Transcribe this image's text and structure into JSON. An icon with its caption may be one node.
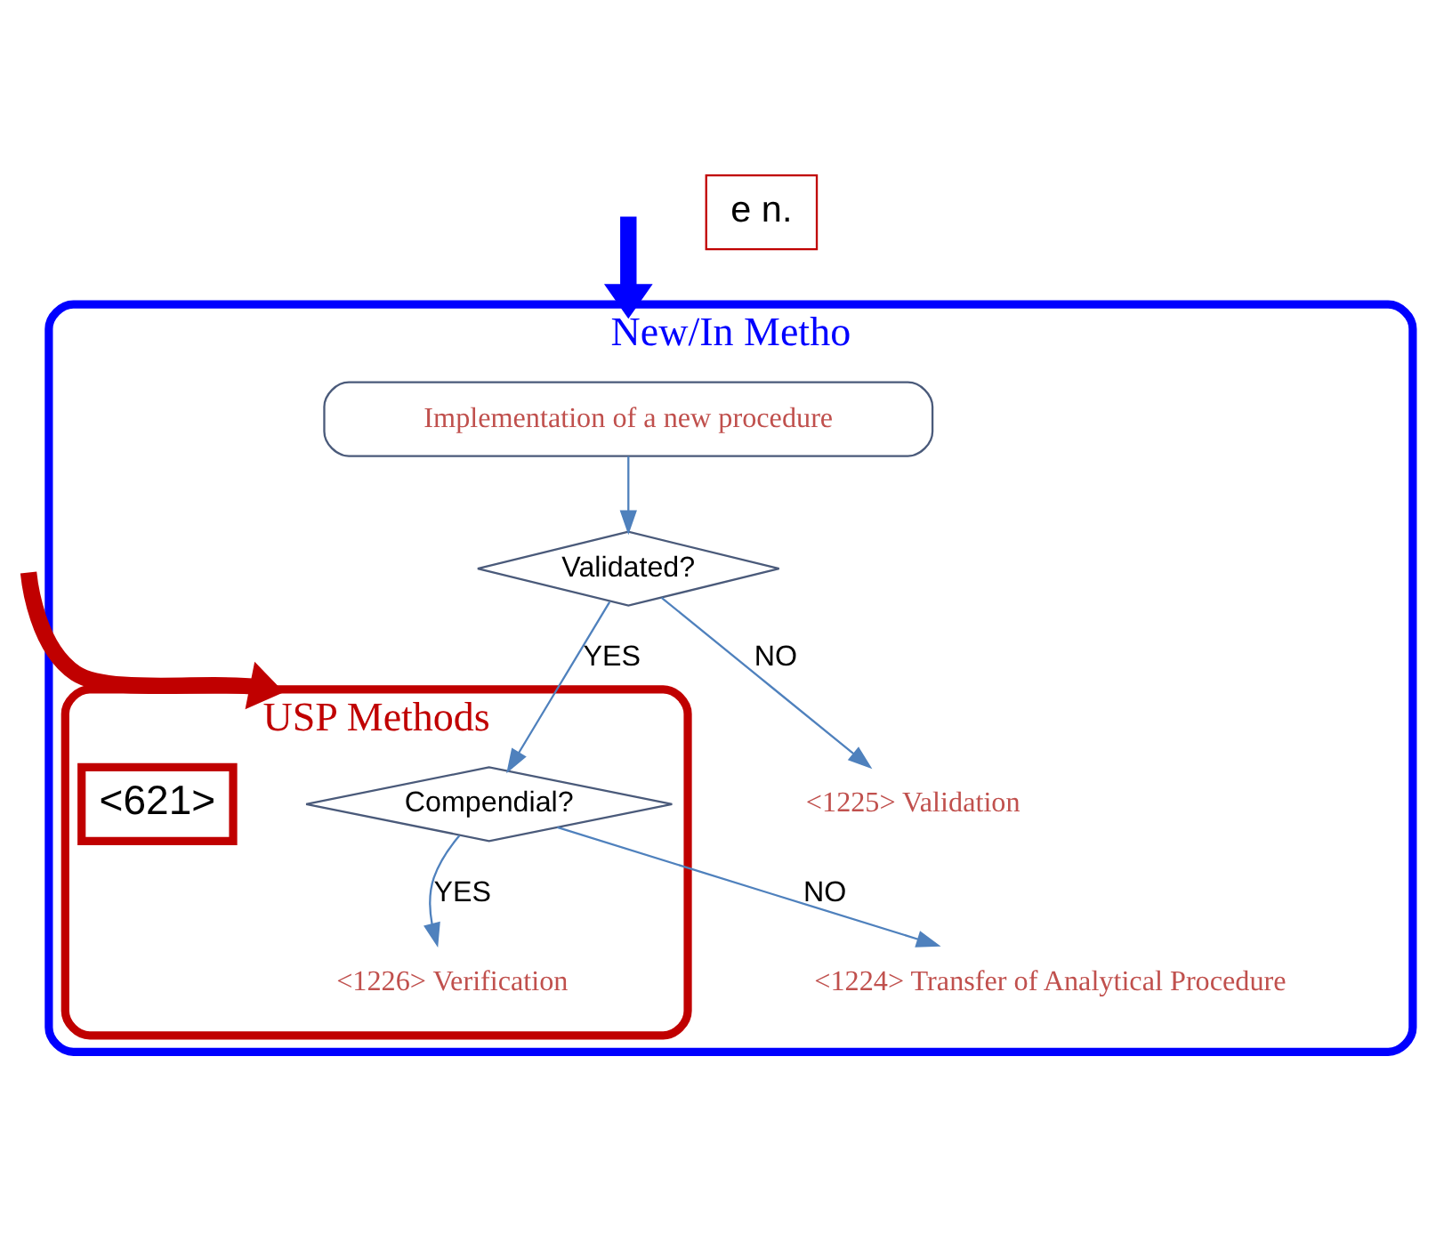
{
  "diagram": {
    "nodes": [
      {
        "text": [
          "New/In Metho"
        ]
      },
      {
        "text": [
          "Implementation of a new procedure"
        ],
        "in": 0
      },
      {
        "text": [
          "Validated?"
        ],
        "in": 0
      },
      {
        "text": [
          "<1225> Validation"
        ],
        "in": 0
      },
      {
        "text": [
          "USP Methods"
        ],
        "in": 0
      },
      {
        "text": [
          "Compendial?"
        ],
        "in": 4
      },
      {
        "text": [
          "<1224> Transfer of Analytical Procedure"
        ],
        "in": 0
      },
      {
        "text": [
          "<621>"
        ],
        "in": 4
      },
      {
        "text": [
          "<1226> Verification"
        ],
        "in": 4
      },
      {
        "text": [
          "e n."
        ]
      }
    ],
    "edges": [
      {
        "from": 1,
        "to": 2,
        "arrow": "to"
      },
      {
        "from": 2,
        "to": 3,
        "arrow": "to",
        "label": "NO"
      },
      {
        "from": 2,
        "to": 5,
        "arrow": "to",
        "label": "YES"
      },
      {
        "from": 5,
        "to": 6,
        "arrow": "to",
        "label": "NO"
      },
      {
        "from": 5,
        "to": 8,
        "arrow": "to",
        "label": "YES"
      },
      {
        "from": null,
        "to": 0,
        "arrow": "to",
        "style": "thick",
        "color": "#0000ff"
      },
      {
        "from": null,
        "to": 4,
        "arrow": "to",
        "style": "thick",
        "color": "#c00000"
      }
    ]
  }
}
